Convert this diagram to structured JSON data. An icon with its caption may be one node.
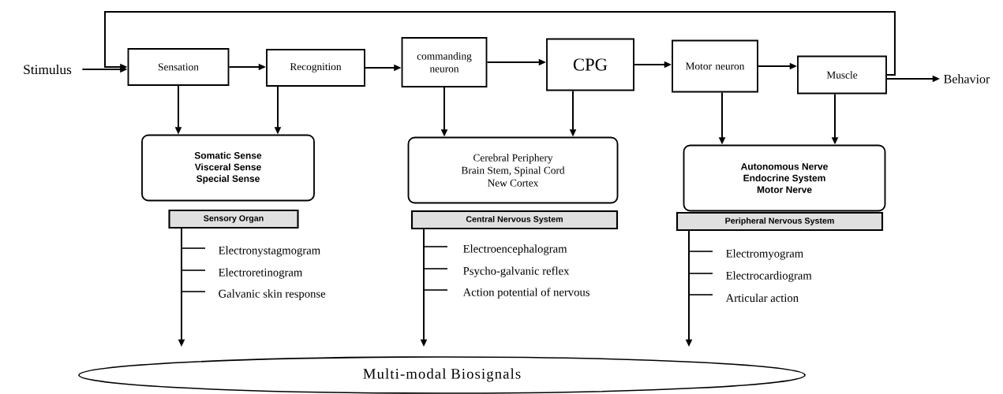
{
  "diagram": {
    "nodes": [
      {
        "text": [
          "Stimulus"
        ]
      },
      {
        "text": [
          "Sensation"
        ]
      },
      {
        "text": [
          "Recognition"
        ]
      },
      {
        "text": [
          "commanding neuron"
        ]
      },
      {
        "text": [
          "CPG"
        ]
      },
      {
        "text": [
          "Motor neuron"
        ]
      },
      {
        "text": [
          "Muscle"
        ]
      },
      {
        "text": [
          "Behavior"
        ]
      },
      {
        "text": [
          "Somatic Sense",
          "Visceral Sense",
          "Special Sense"
        ]
      },
      {
        "text": [
          "Cerebral Periphery",
          "Brain Stem, Spinal Cord",
          "New Cortex"
        ]
      },
      {
        "text": [
          "Autonomous Nerve",
          "Endocrine System",
          "Motor Nerve"
        ]
      },
      {
        "text": [
          "Sensory Organ"
        ]
      },
      {
        "text": [
          "Central Nervous System"
        ]
      },
      {
        "text": [
          "Peripheral Nervous System"
        ]
      },
      {
        "text": [
          "Multi-modal Biosignals"
        ]
      }
    ],
    "edges": [
      {
        "from": 0,
        "to": 1,
        "arrow": "to"
      },
      {
        "from": 1,
        "to": 2,
        "arrow": "to"
      },
      {
        "from": 2,
        "to": 3,
        "arrow": "to"
      },
      {
        "from": 3,
        "to": 4,
        "arrow": "to"
      },
      {
        "from": 4,
        "to": 5,
        "arrow": "to"
      },
      {
        "from": 5,
        "to": 6,
        "arrow": "to"
      },
      {
        "from": 6,
        "to": 7,
        "arrow": "to"
      },
      {
        "from": 6,
        "to": 1,
        "arrow": "to"
      },
      {
        "from": 1,
        "to": 8,
        "arrow": "to"
      },
      {
        "from": 2,
        "to": 8,
        "arrow": "to"
      },
      {
        "from": 3,
        "to": 9,
        "arrow": "to"
      },
      {
        "from": 4,
        "to": 9,
        "arrow": "to"
      },
      {
        "from": 5,
        "to": 10,
        "arrow": "to"
      },
      {
        "from": 6,
        "to": 10,
        "arrow": "to"
      },
      {
        "from": 11,
        "to": 14,
        "arrow": "to"
      },
      {
        "from": 12,
        "to": 14,
        "arrow": "to"
      },
      {
        "from": 13,
        "to": 14,
        "arrow": "to"
      }
    ],
    "labels": [
      "Electronystagmogram",
      "Electroretinogram",
      "Galvanic skin response",
      "Electroencephalogram",
      "Psycho-galvanic reflex",
      "Action potential of nervous",
      "Electromyogram",
      "Electrocardiogram",
      "Articular action"
    ]
  }
}
